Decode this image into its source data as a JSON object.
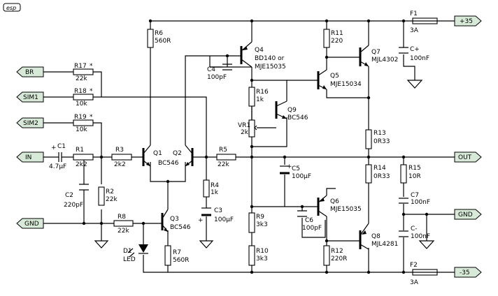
{
  "logo": "esp",
  "ports": {
    "br": "BR",
    "sim1": "SIM1",
    "sim2": "SIM2",
    "in": "IN",
    "gnd_left": "GND",
    "p35": "+35",
    "out": "OUT",
    "gnd_right": "GND",
    "m35": "-35"
  },
  "labels": {
    "r17": "R17",
    "r17_val": "22k",
    "r18": "R18",
    "r18_val": "10k",
    "r19": "R19",
    "r19_val": "10k",
    "star": "*",
    "c1": "C1",
    "c1_val": "4.7μF",
    "r1": "R1",
    "r1_val": "2k2",
    "c2": "C2",
    "c2_val": "220pF",
    "r2": "R2",
    "r2_val": "22k",
    "r3": "R3",
    "r3_val": "2k2",
    "q1": "Q1",
    "q2": "Q2",
    "bc546": "BC546",
    "r6": "R6",
    "r6_val": "560R",
    "r8": "R8",
    "r8_val": "22k",
    "q3": "Q3",
    "q3_val": "BC546",
    "d1": "D1",
    "d1_val": "LED",
    "r7": "R7",
    "r7_val": "560R",
    "r4": "R4",
    "r4_val": "1k",
    "c3": "C3",
    "c3_val": "100μF",
    "r5": "R5",
    "r5_val": "22k",
    "q4": "Q4",
    "q4_val1": "BD140 or",
    "q4_val2": "MJE15035",
    "c4": "C4",
    "c4_val": "100pF",
    "r16": "R16",
    "r16_val": "1k",
    "vr1": "VR1",
    "vr1_val": "2k",
    "q9": "Q9",
    "q9_val": "BC546",
    "r9": "R9",
    "r9_val": "3k3",
    "r10": "R10",
    "r10_val": "3k3",
    "c5": "C5",
    "c5_val": "100μF",
    "c6": "C6",
    "c6_val": "100pF",
    "q6": "Q6",
    "q6_val": "MJE15035",
    "r11": "R11",
    "r11_val": "220",
    "q5": "Q5",
    "q5_val": "MJE15034",
    "q7": "Q7",
    "q7_val": "MJL4302",
    "r13": "R13",
    "r13_val": "0R33",
    "r14": "R14",
    "r14_val": "0R33",
    "r12": "R12",
    "r12_val": "220R",
    "q8": "Q8",
    "q8_val": "MJL4281",
    "f1": "F1",
    "f1_val": "3A",
    "f2": "F2",
    "f2_val": "3A",
    "cp": "C+",
    "cp_val": "100nF",
    "cm": "C-",
    "cm_val": "100nF",
    "r15": "R15",
    "r15_val": "10R",
    "c7": "C7",
    "c7_val": "100nF",
    "plus": "+"
  }
}
